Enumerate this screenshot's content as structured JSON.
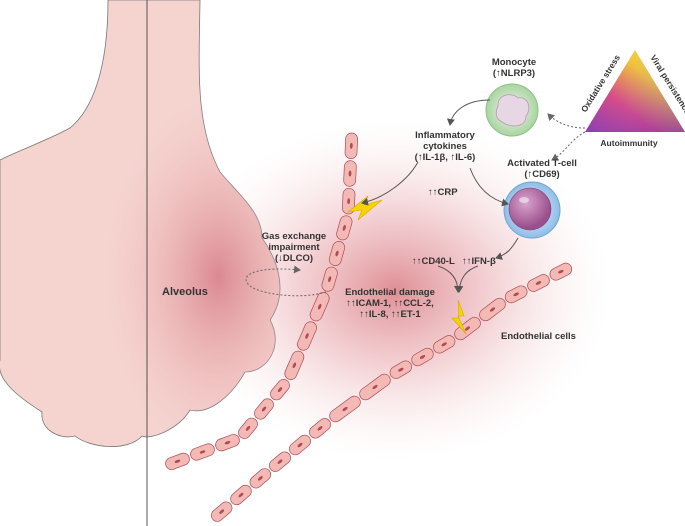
{
  "colors": {
    "alveolus_fill": "#f5d4d0",
    "alveolus_stroke": "#777777",
    "cell_fill": "#f2b9b5",
    "cell_stroke": "#b04a55",
    "inflammation": "#d46a72",
    "monocyte": "#cfe7c9",
    "tcell": "#b7d3ee",
    "lightning": "#f5d400",
    "arrow": "#555555"
  },
  "labels": {
    "alveolus": "Alveolus",
    "monocyte": [
      "Monocyte",
      "(↑NLRP3)"
    ],
    "cytokines": [
      "Inflammatory",
      "cytokines",
      "(↑IL-1β, ↑IL-6)"
    ],
    "tcell": [
      "Activated T-cell",
      "(↑CD69)"
    ],
    "crp": "↑↑CRP",
    "gas_exchange": [
      "Gas exchange",
      "impairment",
      "(↓DLCO)"
    ],
    "cd40l": "↑↑CD40-L",
    "ifnb": "↑↑IFN-β",
    "endothelial_damage": [
      "Endothelial damage",
      "↑↑ICAM-1, ↑↑CCL-2,",
      "↑↑IL-8, ↑↑ET-1"
    ],
    "endothelial_cells": "Endothelial cells"
  },
  "triangle": {
    "left_side": "Oxidative stress",
    "right_side": "Viral persistence",
    "bottom_side": "Autoimmunity"
  },
  "icons": [
    "alveolus-shape",
    "blood-vessel-icon",
    "monocyte-cell-icon",
    "t-cell-icon",
    "lightning-bolt-icon",
    "triangle-gradient-icon"
  ]
}
